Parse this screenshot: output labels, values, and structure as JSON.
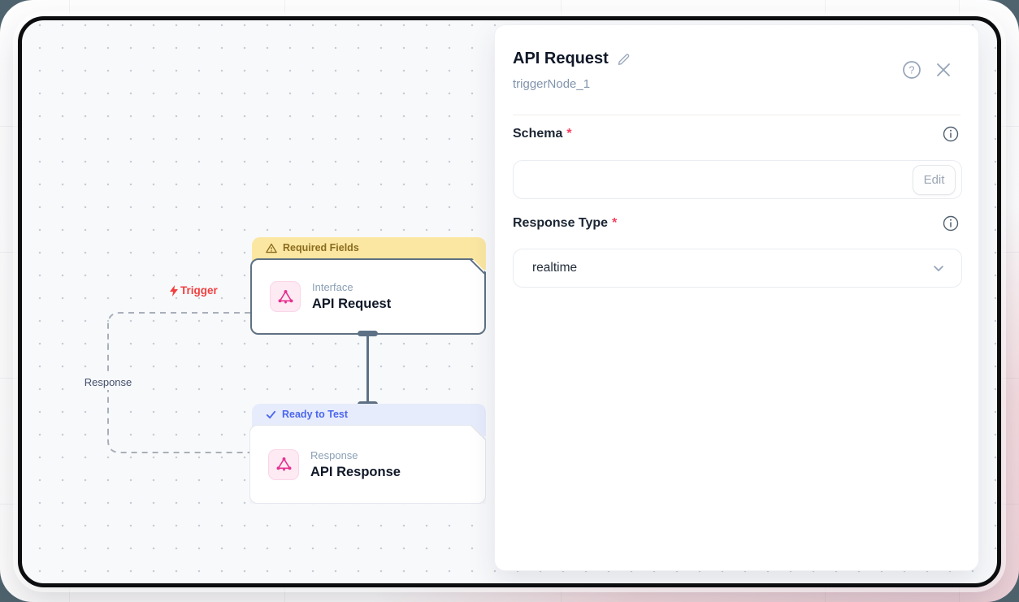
{
  "canvas": {
    "trigger_edge_label": "Trigger",
    "response_edge_label": "Response",
    "node_request": {
      "banner": "Required Fields",
      "category": "Interface",
      "title": "API Request"
    },
    "node_response": {
      "banner": "Ready to Test",
      "category": "Response",
      "title": "API Response"
    }
  },
  "panel": {
    "title": "API Request",
    "subtitle": "triggerNode_1",
    "required_marker": "*",
    "schema_label": "Schema",
    "edit_button": "Edit",
    "response_type_label": "Response Type",
    "response_type_value": "realtime"
  },
  "icons": {
    "help_glyph": "?"
  },
  "colors": {
    "accent_pink": "#e5318f",
    "warning_bg": "#fbe7a2",
    "warning_text": "#8a6b1e",
    "ready_bg": "#e7ecfc",
    "ready_text": "#4b66ee",
    "trigger_red": "#f23f3f",
    "node_border": "#5f7183",
    "canvas_bg": "#f8f9fb"
  }
}
